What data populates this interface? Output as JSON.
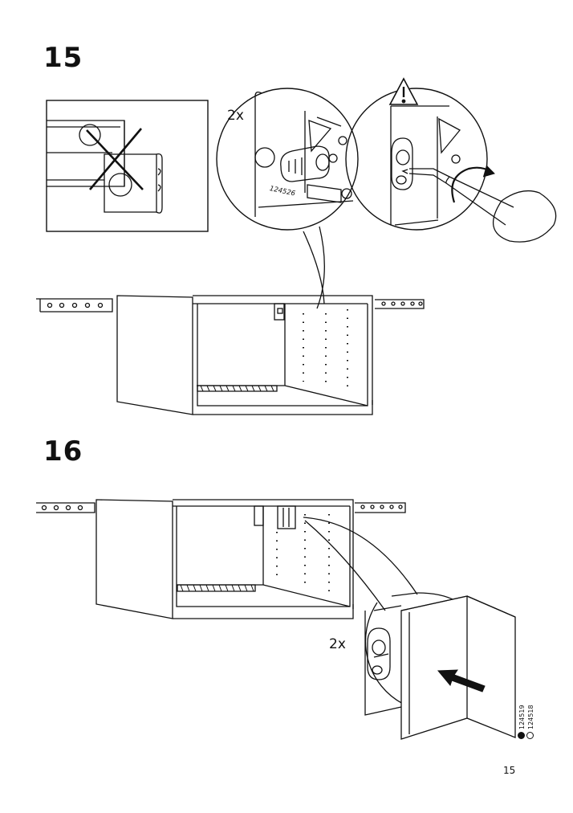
{
  "page": {
    "number": "15"
  },
  "steps": [
    {
      "number": "15",
      "quantity": "2x",
      "part_number": "124526"
    },
    {
      "number": "16",
      "quantity": "2x"
    }
  ],
  "variant_codes": [
    "124518",
    "124519"
  ],
  "icons": [
    "warning-triangle-icon",
    "no-cross-icon",
    "screwdriver-icon",
    "rotate-arrow-icon",
    "push-arrow-icon"
  ],
  "colors": {
    "ink": "#111111",
    "paper": "#ffffff"
  }
}
